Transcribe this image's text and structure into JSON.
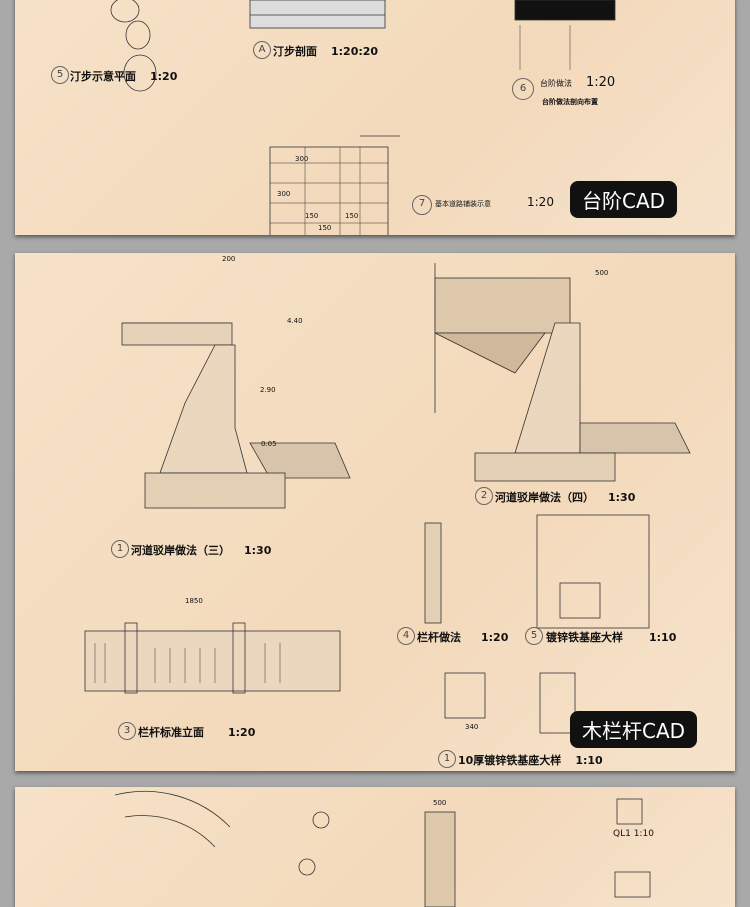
{
  "panel1": {
    "drawings": [
      {
        "title": "汀步示意平面",
        "scale": "1:20",
        "num": "5"
      },
      {
        "title": "汀步剖面",
        "scale": "1:20:20",
        "num": "A"
      },
      {
        "title": "台阶做法",
        "scale": "1:20",
        "num": "6",
        "note": "台阶做法剖向布置"
      },
      {
        "title": "基本道路铺装示意",
        "scale": "1:20",
        "num": "7"
      }
    ],
    "dims": [
      "300",
      "300",
      "150",
      "150",
      "150"
    ],
    "badge": "台阶CAD"
  },
  "panel2": {
    "drawings": [
      {
        "title": "河道驳岸做法（三）",
        "scale": "1:30",
        "num": "1"
      },
      {
        "title": "河道驳岸做法（四）",
        "scale": "1:30",
        "num": "2"
      },
      {
        "title": "栏杆做法",
        "scale": "1:20",
        "num": "4"
      },
      {
        "title": "镀锌铁基座大样",
        "scale": "1:10",
        "num": "5"
      },
      {
        "title": "栏杆标准立面",
        "scale": "1:20",
        "num": "3"
      },
      {
        "title": "10厚镀锌铁基座大样",
        "scale": "1:10",
        "num": "1"
      }
    ],
    "dims": [
      "200",
      "4.40",
      "2.90",
      "0.05",
      "500",
      "1850",
      "340"
    ],
    "badge": "木栏杆CAD"
  },
  "panel3": {
    "labels": [
      "QL1",
      "1:10",
      "500"
    ]
  }
}
